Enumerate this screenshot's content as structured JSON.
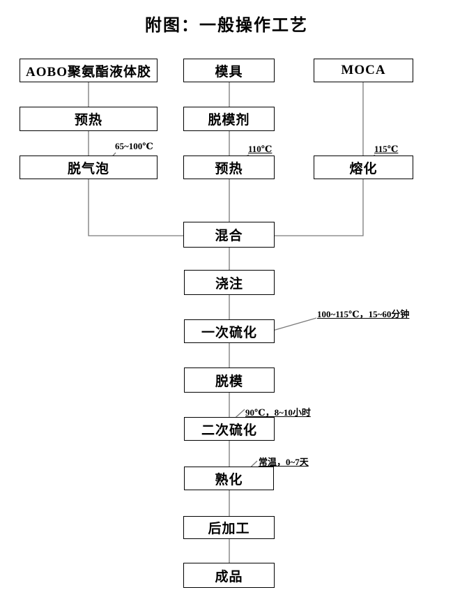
{
  "title": "附图：一般操作工艺",
  "flow": {
    "nodes": {
      "material": "AOBO聚氨酯液体胶",
      "preheat_glue": "预热",
      "degas": "脱气泡",
      "mold": "模具",
      "release_agent": "脱模剂",
      "preheat_mold": "预热",
      "moca": "MOCA",
      "melt": "熔化",
      "mix": "混合",
      "pour": "浇注",
      "first_cure": "一次硫化",
      "demold": "脱模",
      "second_cure": "二次硫化",
      "aging": "熟化",
      "post_process": "后加工",
      "finished": "成品"
    },
    "annotations": {
      "degas_temp": "65~100℃",
      "preheat_mold_temp": "110℃",
      "melt_temp": "115℃",
      "first_cure_cond": "100~115℃，15~60分钟",
      "second_cure_cond": "90℃，8~10小时",
      "aging_cond": "常温，0~7天"
    },
    "colors": {
      "background": "#ffffff",
      "box_border": "#000000",
      "text": "#000000",
      "connector_line": "#7a7a7a"
    }
  }
}
